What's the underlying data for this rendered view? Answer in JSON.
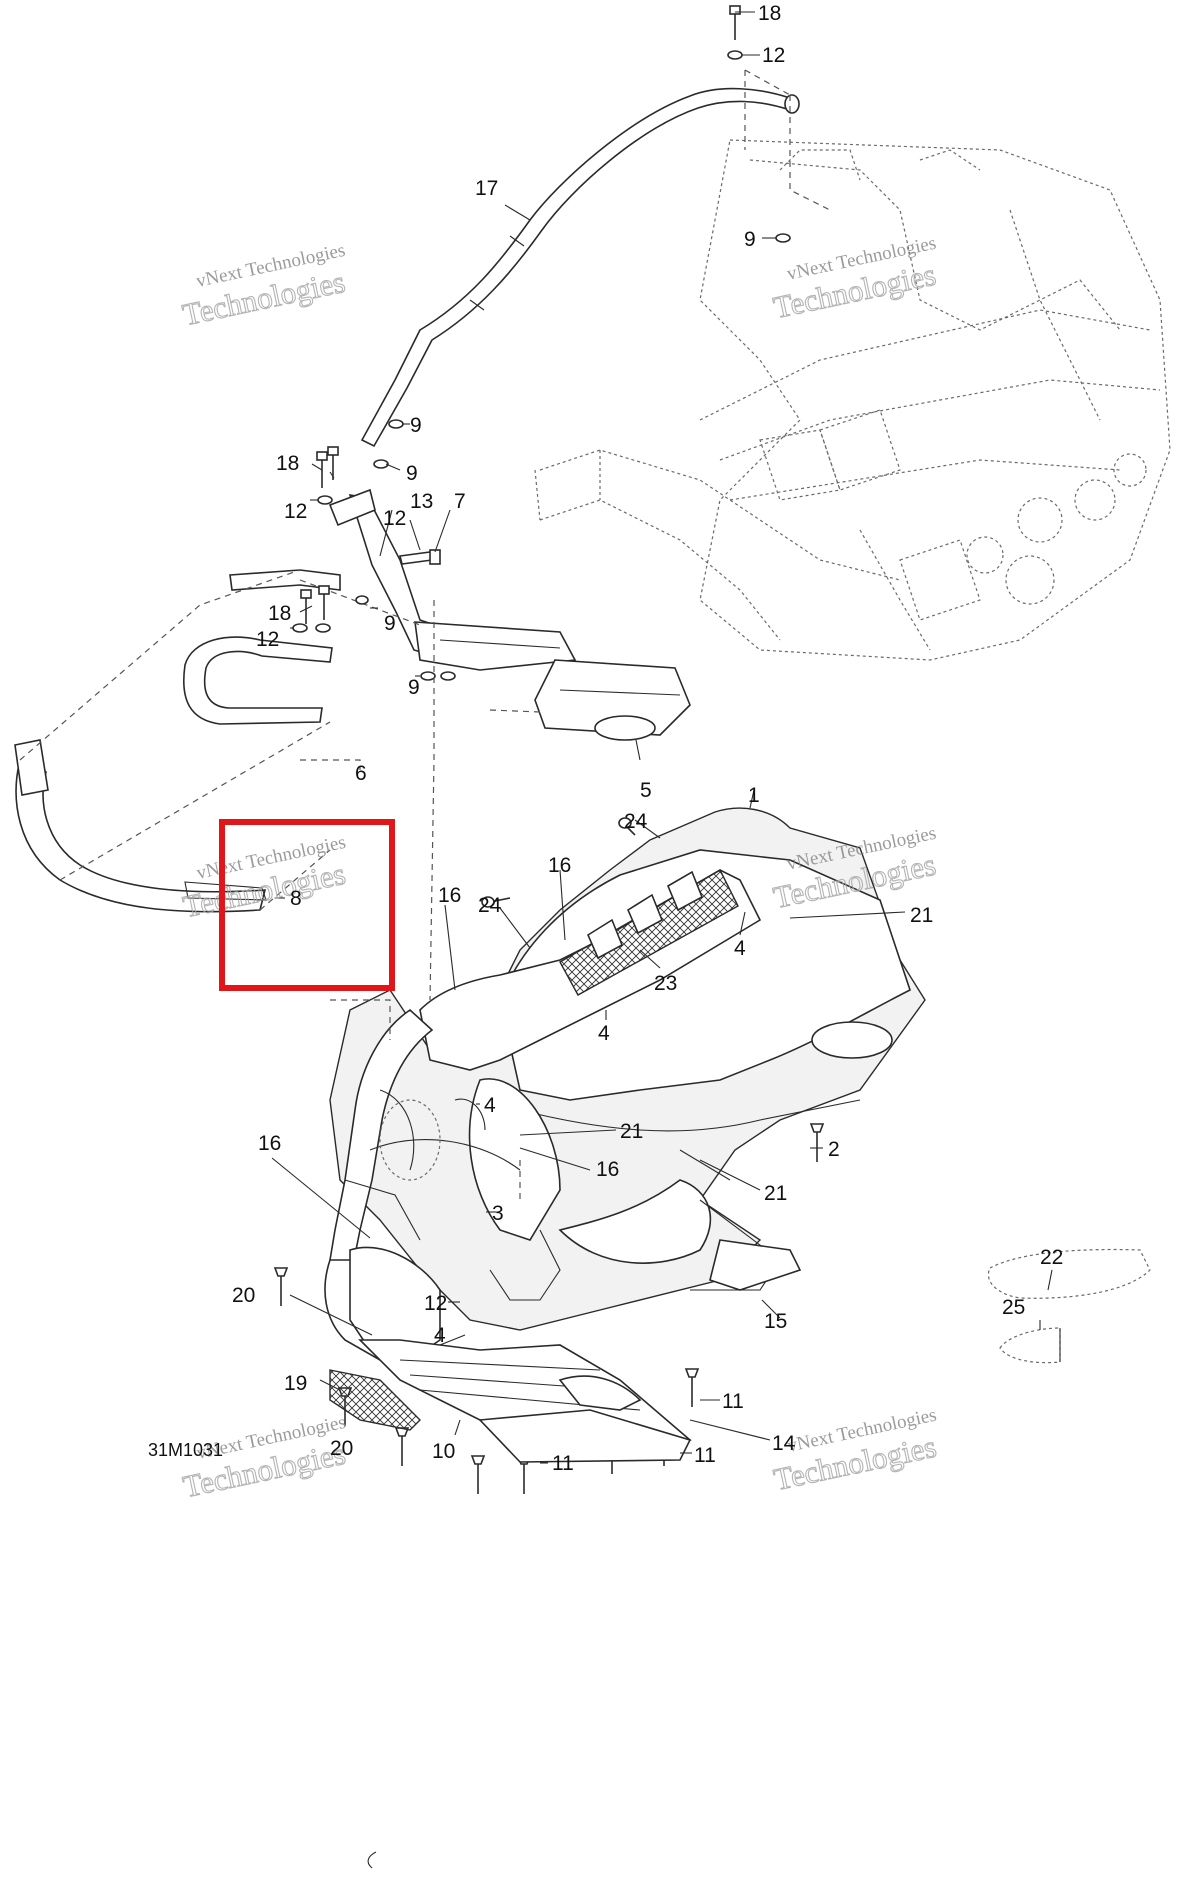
{
  "diagram": {
    "figure_code": "31M1031",
    "watermark_line1": "vNext Technologies",
    "watermark_line2": "Technologies",
    "highlight_color": "#e0161b",
    "callouts": {
      "c18a": "18",
      "c12a": "12",
      "c17": "17",
      "c9a": "9",
      "c9b": "9",
      "c9c": "9",
      "c18b": "18",
      "c12b": "12",
      "c12c": "12",
      "c13": "13",
      "c7": "7",
      "c18c": "18",
      "c12d": "12",
      "c9d": "9",
      "c9e": "9",
      "c6": "6",
      "c5": "5",
      "c1": "1",
      "c24a": "24",
      "c16a": "16",
      "c16b": "16",
      "c24b": "24",
      "c4a": "4",
      "c21a": "21",
      "c8": "8",
      "c23": "23",
      "c4b": "4",
      "c4c": "4",
      "c21b": "21",
      "c2": "2",
      "c16c": "16",
      "c16d": "16",
      "c3": "3",
      "c21c": "21",
      "c22": "22",
      "c25": "25",
      "c20a": "20",
      "c12e": "12",
      "c15": "15",
      "c4d": "4",
      "c19": "19",
      "c11a": "11",
      "c14": "14",
      "c20b": "20",
      "c10": "10",
      "c11b": "11",
      "c11c": "11"
    }
  }
}
